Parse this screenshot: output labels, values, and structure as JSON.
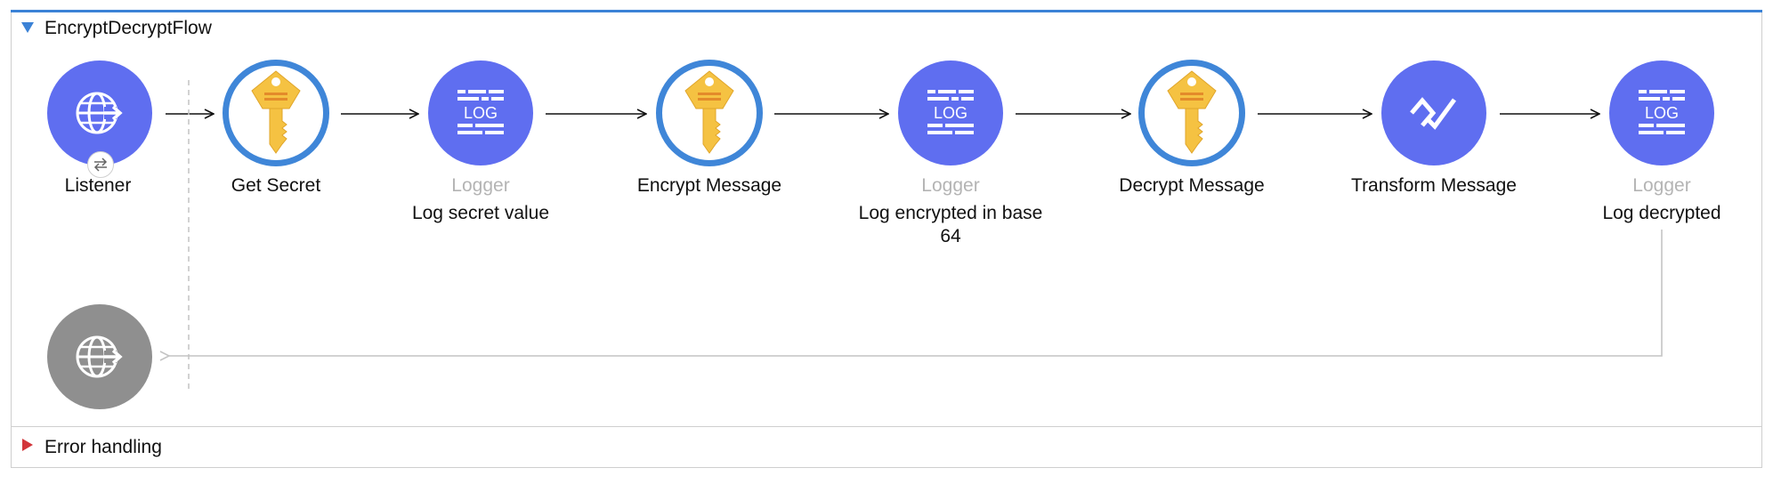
{
  "flow": {
    "title": "EncryptDecryptFlow",
    "error_handling": "Error handling"
  },
  "nodes": [
    {
      "id": "listener",
      "type": "listener",
      "title": "Listener",
      "subtitle": ""
    },
    {
      "id": "get-secret",
      "type": "key",
      "title": "Get Secret",
      "subtitle": ""
    },
    {
      "id": "logger-1",
      "type": "logger",
      "title": "Logger",
      "subtitle": "Log secret value"
    },
    {
      "id": "encrypt",
      "type": "key",
      "title": "Encrypt Message",
      "subtitle": ""
    },
    {
      "id": "logger-2",
      "type": "logger",
      "title": "Logger",
      "subtitle": "Log encrypted in base 64"
    },
    {
      "id": "decrypt",
      "type": "key",
      "title": "Decrypt Message",
      "subtitle": ""
    },
    {
      "id": "transform",
      "type": "transform",
      "title": "Transform Message",
      "subtitle": ""
    },
    {
      "id": "logger-3",
      "type": "logger",
      "title": "Logger",
      "subtitle": "Log decrypted"
    }
  ],
  "icons": {
    "listener": "globe-arrow-icon",
    "key": "key-icon",
    "logger": "log-icon",
    "transform": "transform-icon",
    "badge": "swap-arrows-icon",
    "response": "globe-arrow-icon"
  },
  "colors": {
    "accent": "#3b82d6",
    "node_purple": "#5f6ef0",
    "node_gray": "#8f8f8f",
    "key_gold": "#f5c242",
    "error_marker": "#d2353a",
    "muted_text": "#b4b4b4"
  }
}
